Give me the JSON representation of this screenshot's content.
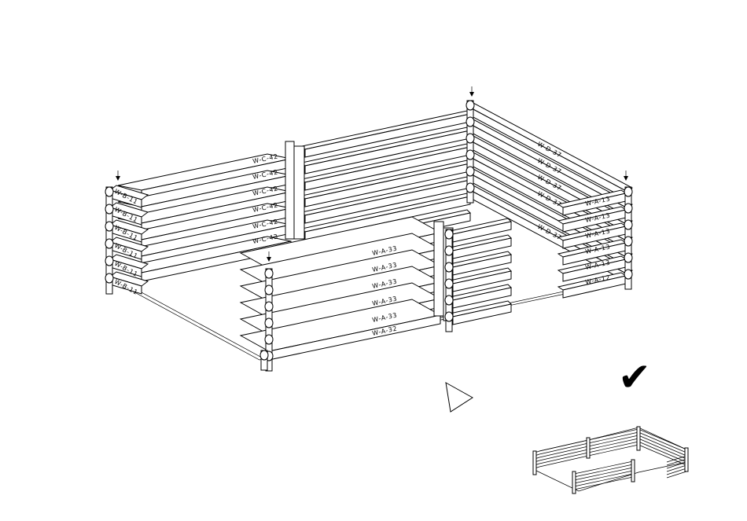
{
  "diagram": {
    "walls": {
      "back_c": [
        "W-C-42",
        "W-C-42",
        "W-C-42",
        "W-C-42",
        "W-C-42",
        "W-C-43"
      ],
      "left_b": [
        "W-B-11",
        "W-B-11",
        "W-B-11",
        "W-B-11",
        "W-B-11",
        "W-B-11"
      ],
      "right_d": [
        "W-D-37",
        "W-D-37",
        "W-D-37",
        "W-D-37",
        "W-D-37"
      ],
      "right_a": [
        "W-A-13",
        "W-A-13",
        "W-A-13",
        "W-A-13",
        "W-A-13",
        "W-A-12"
      ],
      "front_a": [
        "W-A-33",
        "W-A-33",
        "W-A-33",
        "W-A-33",
        "W-A-33",
        "W-A-32"
      ]
    },
    "icons": {
      "next_step": "play-triangle-icon",
      "done": "checkmark-icon",
      "check_glyph": "✔"
    }
  }
}
